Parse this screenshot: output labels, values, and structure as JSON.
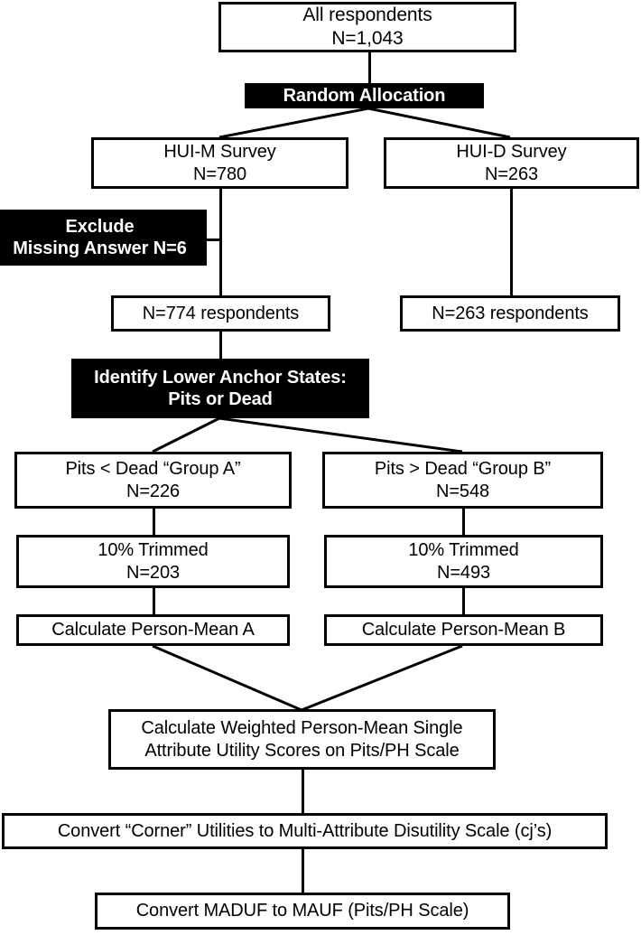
{
  "diagram": {
    "title": "Study flow diagram",
    "colors": {
      "line": "#000000",
      "box_fill": "#ffffff",
      "emphasis_fill": "#000000",
      "emphasis_text": "#ffffff",
      "text": "#000000"
    },
    "nodes": {
      "all_respondents": "All respondents\nN=1,043",
      "random_allocation": "Random Allocation",
      "hui_m_survey": "HUI-M Survey\nN=780",
      "hui_d_survey": "HUI-D Survey\nN=263",
      "exclude_missing": "Exclude\nMissing Answer N=6",
      "respondents_774": "N=774 respondents",
      "respondents_263": "N=263 respondents",
      "identify_lower_anchor": "Identify Lower Anchor States:\nPits or Dead",
      "group_a": "Pits < Dead “Group A”\nN=226",
      "group_b": "Pits > Dead “Group B”\nN=548",
      "trimmed_a": "10% Trimmed\nN=203",
      "trimmed_b": "10% Trimmed\nN=493",
      "person_mean_a": "Calculate Person-Mean A",
      "person_mean_b": "Calculate Person-Mean B",
      "weighted_person_mean": "Calculate Weighted Person-Mean Single\nAttribute Utility Scores on Pits/PH Scale",
      "convert_corner": "Convert “Corner” Utilities to Multi-Attribute Disutility Scale (cj’s)",
      "convert_maduf": "Convert MADUF to MAUF (Pits/PH Scale)"
    }
  }
}
